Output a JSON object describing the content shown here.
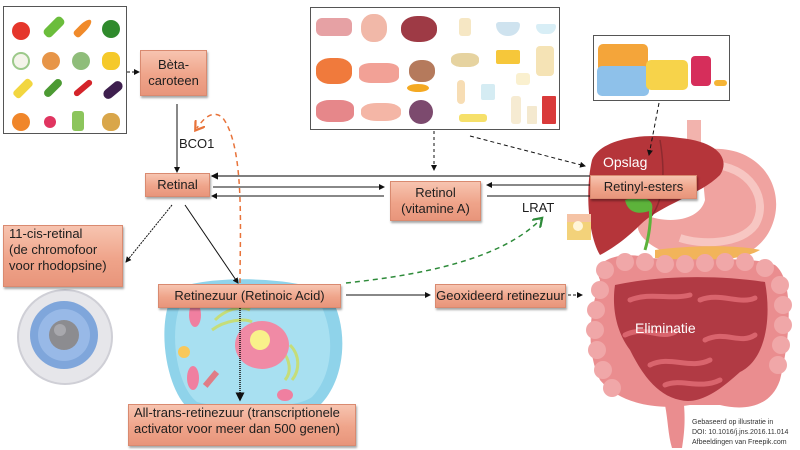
{
  "nodes": {
    "beta_carotene": [
      "Bèta-",
      "caroteen"
    ],
    "retinal": "Retinal",
    "retinol": [
      "Retinol",
      "(vitamine A)"
    ],
    "retinyl_esters": "Retinyl-esters",
    "cis_retinal": [
      "11-cis-retinal",
      "(de chromofoor",
      "voor rhodopsine)"
    ],
    "retinoic_acid": "Retinezuur (Retinoic Acid)",
    "oxidized": "Geoxideerd retinezuur",
    "all_trans": [
      "All-trans-retinezuur (transcriptionele",
      "activator voor meer dan 500 genen)"
    ]
  },
  "labels": {
    "bco1": "BCO1",
    "lrat": "LRAT",
    "storage": "Opslag",
    "elimination": "Eliminatie"
  },
  "credits": [
    "Gebaseerd op illustratie in",
    "DOI: 10.1016/j.jns.2016.11.014",
    "Afbeeldingen van Freepik.com"
  ],
  "images": {
    "vegetables": "vegetables-grid",
    "animal_products": "meat-dairy-grid",
    "supplements": "margarine-vitamins",
    "eye": "eyeball",
    "cell": "human-cell",
    "organs": "liver-stomach-intestines"
  },
  "colors": {
    "box_fill": "#efa48a",
    "orange_arrow": "#e8733a",
    "green_arrow": "#2e8b3a",
    "liver": "#b5353a",
    "intestine": "#e9868a"
  }
}
